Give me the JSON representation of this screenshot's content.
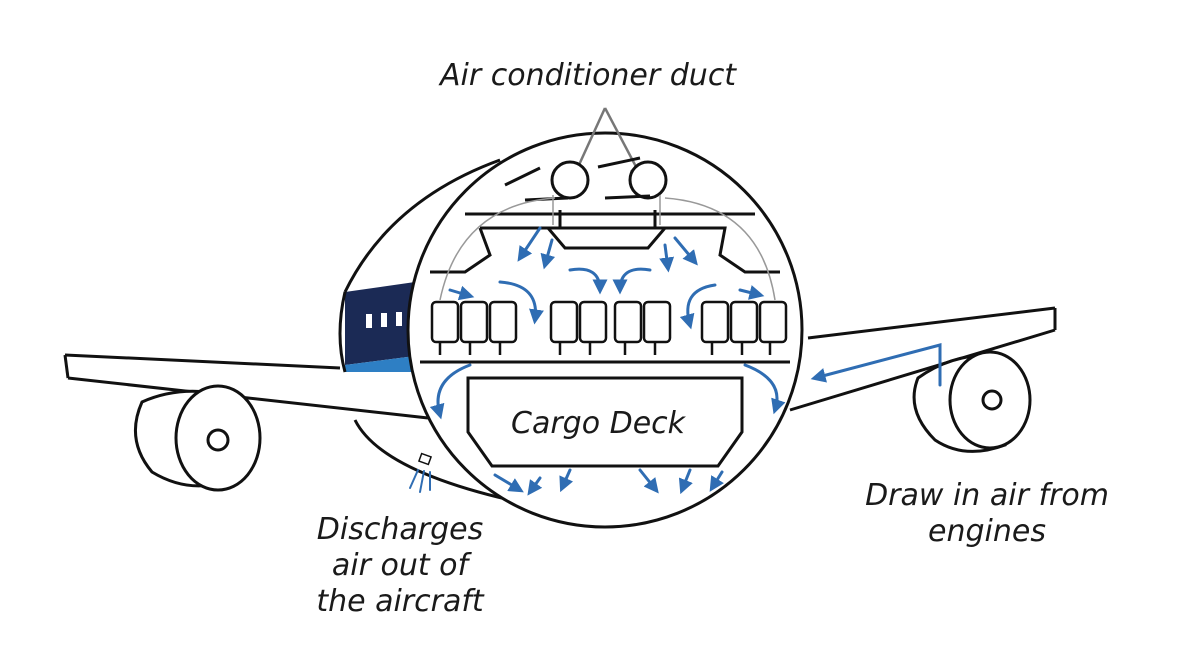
{
  "labels": {
    "air_conditioner_duct": "Air conditioner duct",
    "cargo_deck": "Cargo Deck",
    "draw_in_air_line1": "Draw in air from",
    "draw_in_air_line2": "engines",
    "discharges_line1": "Discharges",
    "discharges_line2": "air out of",
    "discharges_line3": "the aircraft"
  },
  "colors": {
    "outline": "#111111",
    "airflow_arrow": "#2f6db3",
    "fuselage_dark": "#1b2a55",
    "fuselage_stripe": "#2e7fc4",
    "pointer_arrow": "#777777",
    "background": "#ffffff"
  }
}
